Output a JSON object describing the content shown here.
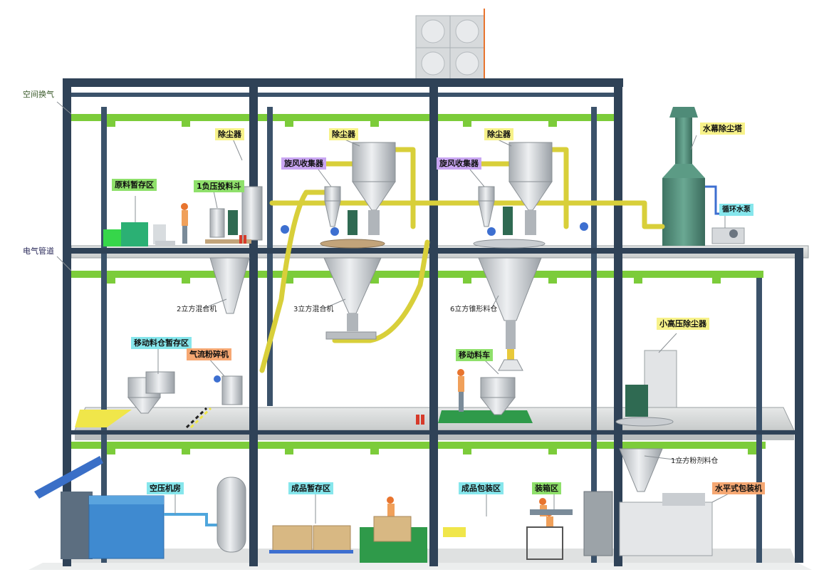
{
  "colors": {
    "steel": "#2f4257",
    "beam_green": "#7ccc3a",
    "floor": "#d9dcdc",
    "pipe_yellow": "#d8cf3a",
    "equipment": "#c9cdd1",
    "tower": "#4f8b78",
    "label_yellow": "#f7f28a",
    "label_green": "#8fe06b",
    "label_cyan": "#86e6ec",
    "label_violet": "#c9a6f2",
    "label_orange": "#f6a873"
  },
  "labels": {
    "space_ventilation": "空间换气",
    "electrical_conduit": "电气管道",
    "dust_collector_1": "除尘器",
    "dust_collector_2": "除尘器",
    "dust_collector_3": "除尘器",
    "raw_material_staging": "原料暂存区",
    "negative_pressure_hopper": "1负压投料斗",
    "cyclone_collector_1": "旋风收集器",
    "cyclone_collector_2": "旋风收集器",
    "water_dust_tower": "水幕除尘塔",
    "circulating_pump": "循环水泵",
    "mixer_2m3": "2立方混合机",
    "mixer_3m3": "3立方混合机",
    "cone_bin_6m3": "6立方锥形料仓",
    "mobile_bin_staging": "移动料仓暂存区",
    "jet_mill": "气流粉碎机",
    "mobile_bin_cart": "移动料车",
    "small_hp_dust_collector": "小高压除尘器",
    "powder_bin_1m3": "1立方粉剂料仓",
    "air_compressor_room": "空压机房",
    "finished_goods_staging": "成品暂存区",
    "finished_goods_packaging": "成品包装区",
    "boxing_area": "装箱区",
    "horizontal_packaging_machine": "水平式包装机"
  }
}
